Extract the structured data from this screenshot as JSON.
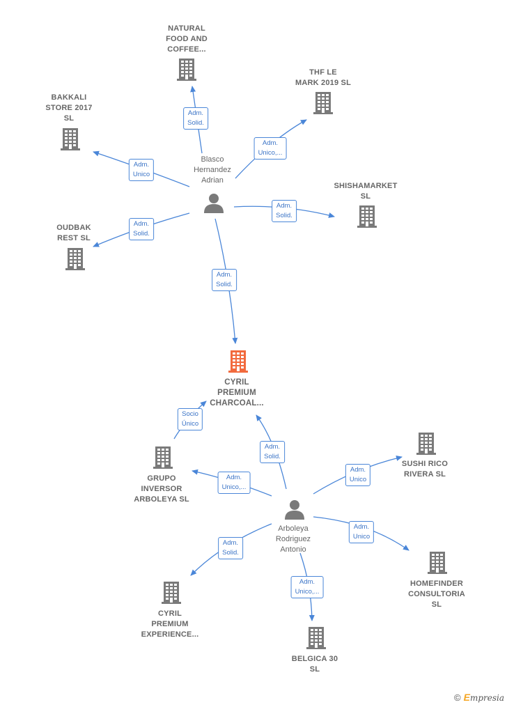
{
  "colors": {
    "edge": "#4a86d8",
    "building": "#7a7a7a",
    "focal": "#f26a3d",
    "person": "#7a7a7a"
  },
  "people": [
    {
      "id": "blasco",
      "label": "Blasco\nHernandez\nAdrian",
      "icon": "person-icon"
    },
    {
      "id": "arboleya",
      "label": "Arboleya\nRodriguez\nAntonio",
      "icon": "person-icon"
    }
  ],
  "companies": [
    {
      "id": "natural",
      "label": "NATURAL\nFOOD AND\nCOFFEE...",
      "icon": "building-icon"
    },
    {
      "id": "thf",
      "label": "THF LE\nMARK 2019  SL",
      "icon": "building-icon"
    },
    {
      "id": "bakkali",
      "label": "BAKKALI\nSTORE 2017\nSL",
      "icon": "building-icon"
    },
    {
      "id": "shisha",
      "label": "SHISHAMARKET\nSL",
      "icon": "building-icon"
    },
    {
      "id": "oudbak",
      "label": "OUDBAK\nREST  SL",
      "icon": "building-icon"
    },
    {
      "id": "cyril_charcoal",
      "label": "CYRIL\nPREMIUM\nCHARCOAL...",
      "icon": "building-icon",
      "focal": true
    },
    {
      "id": "grupo",
      "label": "GRUPO\nINVERSOR\nARBOLEYA  SL",
      "icon": "building-icon"
    },
    {
      "id": "sushi",
      "label": "SUSHI RICO\nRIVERA  SL",
      "icon": "building-icon"
    },
    {
      "id": "homefinder",
      "label": "HOMEFINDER\nCONSULTORIA\nSL",
      "icon": "building-icon"
    },
    {
      "id": "cyril_experience",
      "label": "CYRIL\nPREMIUM\nEXPERIENCE...",
      "icon": "building-icon"
    },
    {
      "id": "belgica",
      "label": "BELGICA 30\nSL",
      "icon": "building-icon"
    }
  ],
  "edges": [
    {
      "from": "blasco",
      "to": "natural",
      "label": "Adm.\nSolid."
    },
    {
      "from": "blasco",
      "to": "thf",
      "label": "Adm.\nUnico,..."
    },
    {
      "from": "blasco",
      "to": "bakkali",
      "label": "Adm.\nUnico"
    },
    {
      "from": "blasco",
      "to": "shisha",
      "label": "Adm.\nSolid."
    },
    {
      "from": "blasco",
      "to": "oudbak",
      "label": "Adm.\nSolid."
    },
    {
      "from": "blasco",
      "to": "cyril_charcoal",
      "label": "Adm.\nSolid."
    },
    {
      "from": "grupo",
      "to": "cyril_charcoal",
      "label": "Socio\nÚnico"
    },
    {
      "from": "arboleya",
      "to": "cyril_charcoal",
      "label": "Adm.\nSolid."
    },
    {
      "from": "arboleya",
      "to": "grupo",
      "label": "Adm.\nUnico,..."
    },
    {
      "from": "arboleya",
      "to": "sushi",
      "label": "Adm.\nUnico"
    },
    {
      "from": "arboleya",
      "to": "homefinder",
      "label": "Adm.\nUnico"
    },
    {
      "from": "arboleya",
      "to": "cyril_experience",
      "label": "Adm.\nSolid."
    },
    {
      "from": "arboleya",
      "to": "belgica",
      "label": "Adm.\nUnico,..."
    }
  ],
  "footer": {
    "copyright": "©",
    "brand_initial": "E",
    "brand_rest": "mpresia"
  }
}
